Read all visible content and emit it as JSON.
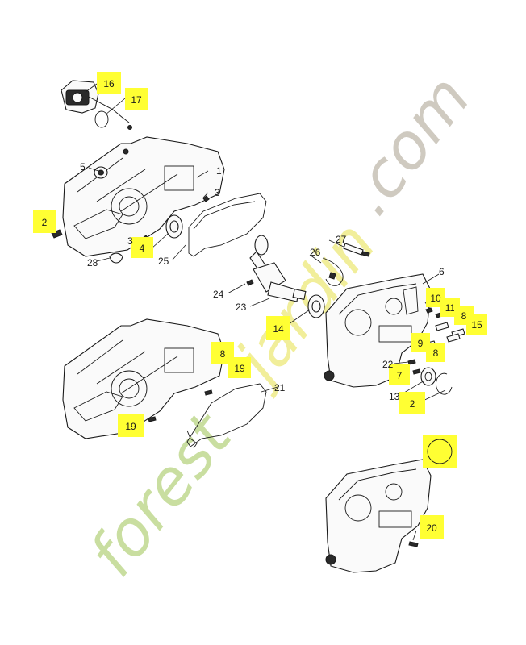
{
  "watermark": {
    "text_green": "forest",
    "text_yellow": "jardin",
    "text_grey": ".com",
    "colors": {
      "green": "#c9dea0",
      "yellow": "#f1ee9a",
      "grey": "#cfcac0"
    }
  },
  "highlight_color": "#ffff33",
  "callouts": {
    "c16": "16",
    "c17": "17",
    "c2a": "2",
    "c4": "4",
    "c14": "14",
    "c10": "10",
    "c11": "11",
    "c8a": "8",
    "c15": "15",
    "c9": "9",
    "c8b": "8",
    "c7": "7",
    "c2b": "2",
    "c8c": "8",
    "c19a": "19",
    "c19b": "19",
    "c20": "20"
  },
  "labels": {
    "l1": "1",
    "l3a": "3",
    "l5": "5",
    "l3b": "3",
    "l28": "28",
    "l25": "25",
    "l27": "27",
    "l26": "26",
    "l6": "6",
    "l24": "24",
    "l23": "23",
    "l22": "22",
    "l13": "13",
    "l21": "21"
  }
}
